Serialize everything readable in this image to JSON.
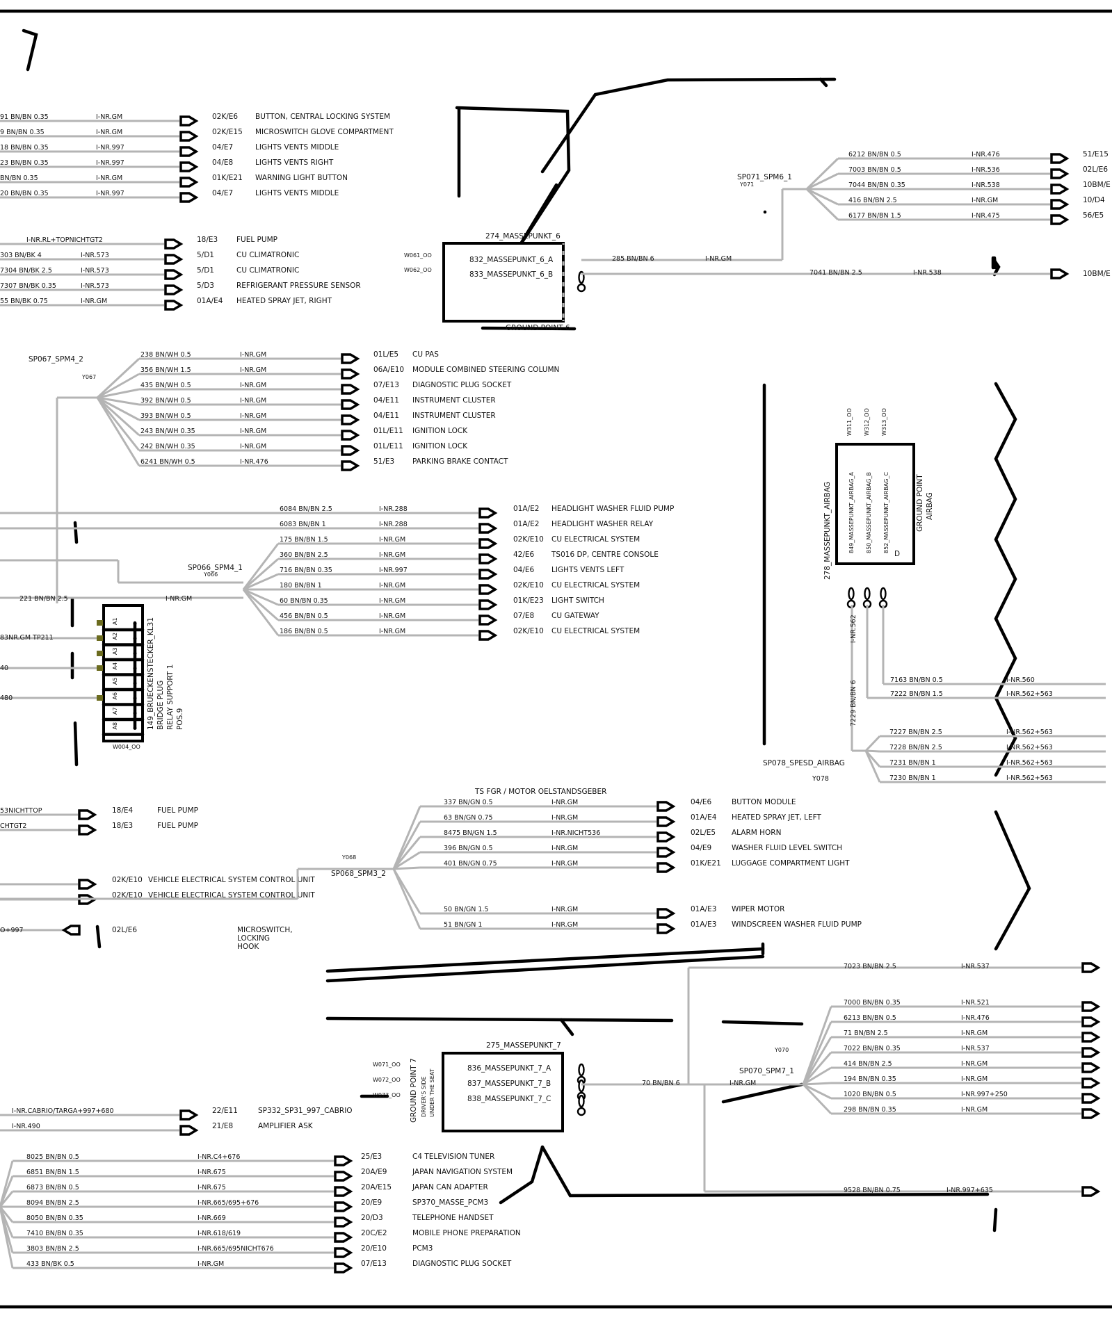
{
  "colors": {
    "wire": "#b4b4b4",
    "ink": "#000000",
    "pin_fill": "#6b6b1e"
  },
  "icons": {
    "arrow": "open-arrow-icon",
    "ground": "ground-eyelet-icon",
    "reverse_arrow": "reverse-arrow-icon"
  },
  "groups": {
    "top_left": {
      "rows": [
        {
          "wire": "91 BN/BN 0.35",
          "inr": "I-NR.GM",
          "loc": "02K/E6",
          "desc": "BUTTON, CENTRAL LOCKING SYSTEM"
        },
        {
          "wire": "9 BN/BN 0.35",
          "inr": "I-NR.GM",
          "loc": "02K/E15",
          "desc": "MICROSWITCH    GLOVE COMPARTMENT"
        },
        {
          "wire": "18 BN/BN 0.35",
          "inr": "I-NR.997",
          "loc": "04/E7",
          "desc": "LIGHTS     VENTS     MIDDLE"
        },
        {
          "wire": "23 BN/BN 0.35",
          "inr": "I-NR.997",
          "loc": "04/E8",
          "desc": "LIGHTS     VENTS     RIGHT"
        },
        {
          "wire": "BN/BN 0.35",
          "inr": "I-NR.GM",
          "loc": "01K/E21",
          "desc": "WARNING LIGHT BUTTON"
        },
        {
          "wire": "20 BN/BN 0.35",
          "inr": "I-NR.997",
          "loc": "04/E7",
          "desc": "LIGHTS     VENTS     MIDDLE"
        }
      ]
    },
    "second_left": {
      "rows": [
        {
          "wire": "",
          "inr": "I-NR.RL+TOPNICHTGT2",
          "loc": "18/E3",
          "desc": "FUEL PUMP"
        },
        {
          "wire": "303 BN/BK 4",
          "inr": "I-NR.573",
          "loc": "5/D1",
          "desc": "CU CLIMATRONIC"
        },
        {
          "wire": "7304 BN/BK 2.5",
          "inr": "I-NR.573",
          "loc": "5/D1",
          "desc": "CU CLIMATRONIC"
        },
        {
          "wire": "7307 BN/BK 0.35",
          "inr": "I-NR.573",
          "loc": "5/D3",
          "desc": "REFRIGERANT PRESSURE SENSOR"
        },
        {
          "wire": "55 BN/BK 0.75",
          "inr": "I-NR.GM",
          "loc": "01A/E4",
          "desc": "HEATED    SPRAY JET,    RIGHT"
        }
      ]
    },
    "sp067": {
      "splice": "SP067_SPM4_2",
      "conn": "Y067",
      "rows": [
        {
          "wire": "238 BN/WH 0.5",
          "inr": "I-NR.GM",
          "loc": "01L/E5",
          "desc": "CU PAS"
        },
        {
          "wire": "356 BN/WH 1.5",
          "inr": "I-NR.GM",
          "loc": "06A/E10",
          "desc": "MODULE  COMBINED STEERING COLUMN"
        },
        {
          "wire": "435 BN/WH 0.5",
          "inr": "I-NR.GM",
          "loc": "07/E13",
          "desc": "DIAGNOSTIC PLUG SOCKET"
        },
        {
          "wire": "392 BN/WH 0.5",
          "inr": "I-NR.GM",
          "loc": "04/E11",
          "desc": "INSTRUMENT CLUSTER"
        },
        {
          "wire": "393 BN/WH 0.5",
          "inr": "I-NR.GM",
          "loc": "04/E11",
          "desc": "INSTRUMENT CLUSTER"
        },
        {
          "wire": "243 BN/WH 0.35",
          "inr": "I-NR.GM",
          "loc": "01L/E11",
          "desc": "IGNITION LOCK"
        },
        {
          "wire": "242 BN/WH 0.35",
          "inr": "I-NR.GM",
          "loc": "01L/E11",
          "desc": "IGNITION LOCK"
        },
        {
          "wire": "6241 BN/WH 0.5",
          "inr": "I-NR.476",
          "loc": "51/E3",
          "desc": "PARKING    BRAKE   CONTACT"
        }
      ]
    },
    "direct_mid": {
      "rows": [
        {
          "wire": "6084 BN/BN 2.5",
          "inr": "I-NR.288",
          "loc": "01A/E2",
          "desc": "HEADLIGHT    WASHER    FLUID PUMP"
        },
        {
          "wire": "6083 BN/BN 1",
          "inr": "I-NR.288",
          "loc": "01A/E2",
          "desc": "HEADLIGHT   WASHER   RELAY"
        }
      ]
    },
    "sp066": {
      "splice": "SP066_SPM4_1",
      "conn": "Y066",
      "feed_wire": "221 BN/BN 2.5",
      "feed_inr": "I-NR.GM",
      "rows": [
        {
          "wire": "175 BN/BN 1.5",
          "inr": "I-NR.GM",
          "loc": "02K/E10",
          "desc": "CU ELECTRICAL SYSTEM"
        },
        {
          "wire": "360 BN/BN 2.5",
          "inr": "I-NR.GM",
          "loc": "42/E6",
          "desc": "TS016 DP, CENTRE CONSOLE"
        },
        {
          "wire": "716 BN/BN 0.35",
          "inr": "I-NR.997",
          "loc": "04/E6",
          "desc": "LIGHTS    VENTS     LEFT"
        },
        {
          "wire": "180 BN/BN 1",
          "inr": "I-NR.GM",
          "loc": "02K/E10",
          "desc": "CU ELECTRICAL SYSTEM"
        },
        {
          "wire": "60 BN/BN 0.35",
          "inr": "I-NR.GM",
          "loc": "01K/E23",
          "desc": "LIGHT SWITCH"
        },
        {
          "wire": "456 BN/BN 0.5",
          "inr": "I-NR.GM",
          "loc": "07/E8",
          "desc": "CU GATEWAY"
        },
        {
          "wire": "186 BN/BN 0.5",
          "inr": "I-NR.GM",
          "loc": "02K/E10",
          "desc": "CU ELECTRICAL SYSTEM"
        }
      ]
    },
    "bridge_plug": {
      "label_lines": [
        "149_BRUECKENSTECKER_KL31",
        "BRIDGE PLUG",
        "RELAY SUPPORT 1",
        "POS.9"
      ],
      "conn": "W004_OO",
      "pins": [
        "A1",
        "A2",
        "A3",
        "A4",
        "A5",
        "A6",
        "A7",
        "A8"
      ],
      "left_texts": [
        "83NR.GM TP211",
        "40",
        "480"
      ]
    },
    "fuel_left": {
      "rows": [
        {
          "wire": "53NICHTTOP",
          "loc": "18/E4",
          "desc": "FUEL PUMP"
        },
        {
          "wire": "CHTGT2",
          "loc": "18/E3",
          "desc": "FUEL PUMP"
        }
      ]
    },
    "vehicle_left": {
      "rows": [
        {
          "loc": "02K/E10",
          "desc": "VEHICLE ELECTRICAL SYSTEM     CONTROL UNIT"
        },
        {
          "loc": "02K/E10",
          "desc": "VEHICLE ELECTRICAL SYSTEM     CONTROL UNIT"
        }
      ],
      "reverse_wire": "O+997",
      "reverse_loc": "02L/E6",
      "reverse_desc": [
        "MICROSWITCH,",
        "LOCKING",
        "HOOK"
      ]
    },
    "sp068": {
      "splice": "SP068_SPM3_2",
      "conn": "Y068",
      "header": "TS FGR / MOTOR OELSTANDSGEBER",
      "rows": [
        {
          "wire": "337 BN/GN 0.5",
          "inr": "I-NR.GM",
          "loc": "04/E6",
          "desc": "BUTTON     MODULE"
        },
        {
          "wire": "63 BN/GN 0.75",
          "inr": "I-NR.GM",
          "loc": "01A/E4",
          "desc": "HEATED      SPRAY JET,    LEFT"
        },
        {
          "wire": "8475 BN/GN 1.5",
          "inr": "I-NR.NICHT536",
          "loc": "02L/E5",
          "desc": "ALARM HORN"
        },
        {
          "wire": "396 BN/GN 0.5",
          "inr": "I-NR.GM",
          "loc": "04/E9",
          "desc": "WASHER FLUID LEVEL    SWITCH"
        },
        {
          "wire": "401 BN/GN 0.75",
          "inr": "I-NR.GM",
          "loc": "01K/E21",
          "desc": "LUGGAGE       COMPARTMENT  LIGHT"
        },
        {
          "wire": "50 BN/GN 1.5",
          "inr": "I-NR.GM",
          "loc": "01A/E3",
          "desc": "WIPER MOTOR"
        },
        {
          "wire": "51 BN/GN 1",
          "inr": "I-NR.GM",
          "loc": "01A/E3",
          "desc": "WINDSCREEN    WASHER  FLUID PUMP"
        }
      ]
    },
    "mp6": {
      "title": "274_MASSEPUNKT_6",
      "subtitle": "GROUND POINT 6",
      "lines": [
        "832_MASSEPUNKT_6_A",
        "833_MASSEPUNKT_6_B"
      ],
      "conns": [
        "W061_OO",
        "W062_OO"
      ],
      "out_wire": "285 BN/BN 6",
      "out_inr": "I-NR.GM"
    },
    "sp071": {
      "splice": "SP071_SPM6_1",
      "conn": "Y071",
      "rows": [
        {
          "wire": "6212 BN/BN 0.5",
          "inr": "I-NR.476",
          "loc": "51/E15"
        },
        {
          "wire": "7003 BN/BN 0.5",
          "inr": "I-NR.536",
          "loc": "02L/E6"
        },
        {
          "wire": "7044 BN/BN 0.35",
          "inr": "I-NR.538",
          "loc": "10BM/E"
        },
        {
          "wire": "416 BN/BN 2.5",
          "inr": "I-NR.GM",
          "loc": "10/D4"
        },
        {
          "wire": "6177 BN/BN 1.5",
          "inr": "I-NR.475",
          "loc": "56/E5"
        }
      ],
      "direct": {
        "wire": "7041 BN/BN 2.5",
        "inr": "I-NR.538",
        "loc": "10BM/E"
      }
    },
    "airbag": {
      "title": "278_MASSEPUNKT_AIRBAG",
      "subtitle_lines": [
        "GROUND POINT",
        "AIRBAG"
      ],
      "lines": [
        "849_MASSEPUNKT_AIRBAG_A",
        "850_MASSEPUNKT_AIRBAG_B",
        "852_MASSEPUNKT_AIRBAG_C"
      ],
      "conns": [
        "W311_OO",
        "W312_OO",
        "W313_OO"
      ],
      "pin_label": "D",
      "vertical_inr": "I-NR.562",
      "vertical_wire": "7229 BN/BN 6",
      "splice": "SP078_SPESD_AIRBAG",
      "conn": "Y078",
      "direct_rows": [
        {
          "wire": "7163 BN/BN 0.5",
          "inr": "I-NR.560"
        },
        {
          "wire": "7222 BN/BN 1.5",
          "inr": "I-NR.562+563"
        }
      ],
      "rows": [
        {
          "wire": "7227 BN/BN 2.5",
          "inr": "I-NR.562+563"
        },
        {
          "wire": "7228 BN/BN 2.5",
          "inr": "I-NR.562+563"
        },
        {
          "wire": "7231 BN/BN 1",
          "inr": "I-NR.562+563"
        },
        {
          "wire": "7230 BN/BN 1",
          "inr": "I-NR.562+563"
        }
      ]
    },
    "mp7": {
      "title": "275_MASSEPUNKT_7",
      "side_lines": [
        "GROUND POINT 7",
        "DRIVER'S SIDE",
        "UNDER THE SEAT"
      ],
      "lines": [
        "836_MASSEPUNKT_7_A",
        "837_MASSEPUNKT_7_B",
        "838_MASSEPUNKT_7_C"
      ],
      "conns": [
        "W071_OO",
        "W072_OO",
        "W073_OO"
      ],
      "out_wire": "70 BN/BN 6",
      "out_inr": "I-NR.GM"
    },
    "sp070": {
      "splice": "SP070_SPM7_1",
      "conn": "Y070",
      "top": {
        "wire": "7023 BN/BN 2.5",
        "inr": "I-NR.537"
      },
      "rows": [
        {
          "wire": "7000 BN/BN 0.35",
          "inr": "I-NR.521"
        },
        {
          "wire": "6213 BN/BN 0.5",
          "inr": "I-NR.476"
        },
        {
          "wire": "71 BN/BN 2.5",
          "inr": "I-NR.GM"
        },
        {
          "wire": "7022 BN/BN 0.35",
          "inr": "I-NR.537"
        },
        {
          "wire": "414 BN/BN 2.5",
          "inr": "I-NR.GM"
        },
        {
          "wire": "194 BN/BN 0.35",
          "inr": "I-NR.GM"
        },
        {
          "wire": "1020 BN/BN 0.5",
          "inr": "I-NR.997+250"
        },
        {
          "wire": "298 BN/BN 0.35",
          "inr": "I-NR.GM"
        }
      ],
      "bottom": {
        "wire": "9528 BN/BN 0.75",
        "inr": "I-NR.997+635"
      }
    },
    "cabrio": {
      "rows": [
        {
          "inr": "I-NR.CABRIO/TARGA+997+680",
          "loc": "22/E11",
          "desc": "SP332_SP31_997_CABRIO"
        },
        {
          "inr": "I-NR.490",
          "loc": "21/E8",
          "desc": "AMPLIFIER          ASK"
        }
      ]
    },
    "bottom_left": {
      "rows": [
        {
          "wire": "8025 BN/BN 0.5",
          "inr": "I-NR.C4+676",
          "loc": "25/E3",
          "desc": "C4    TELEVISION TUNER"
        },
        {
          "wire": "6851 BN/BN 1.5",
          "inr": "I-NR.675",
          "loc": "20A/E9",
          "desc": "JAPAN NAVIGATION SYSTEM"
        },
        {
          "wire": "6873 BN/BN 0.5",
          "inr": "I-NR.675",
          "loc": "20A/E15",
          "desc": "JAPAN CAN ADAPTER"
        },
        {
          "wire": "8094 BN/BN 2.5",
          "inr": "I-NR.665/695+676",
          "loc": "20/E9",
          "desc": "SP370_MASSE_PCM3"
        },
        {
          "wire": "8050 BN/BN 0.35",
          "inr": "I-NR.669",
          "loc": "20/D3",
          "desc": "TELEPHONE HANDSET"
        },
        {
          "wire": "7410 BN/BN 0.35",
          "inr": "I-NR.618/619",
          "loc": "20C/E2",
          "desc": "MOBILE   PHONE PREPARATION"
        },
        {
          "wire": "3803 BN/BN 2.5",
          "inr": "I-NR.665/695NICHT676",
          "loc": "20/E10",
          "desc": "PCM3"
        },
        {
          "wire": "433 BN/BK 0.5",
          "inr": "I-NR.GM",
          "loc": "07/E13",
          "desc": "DIAGNOSTIC PLUG SOCKET"
        }
      ]
    }
  }
}
